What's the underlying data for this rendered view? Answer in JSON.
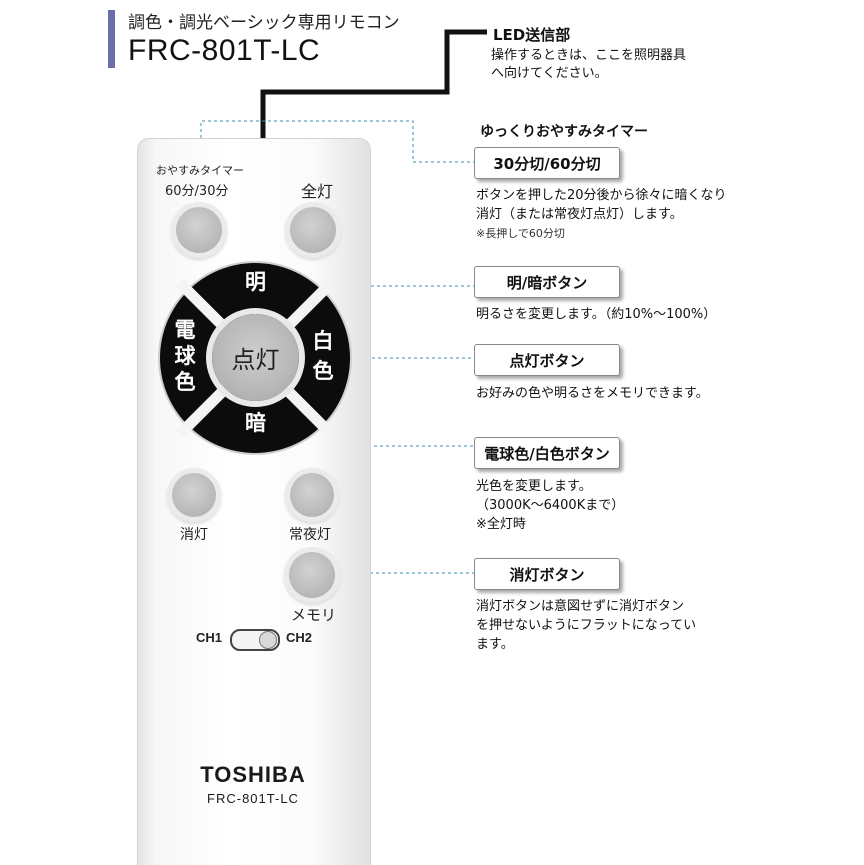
{
  "header": {
    "subtitle": "調色・調光ベーシック専用リモコン",
    "title": "FRC-801T-LC",
    "accent_color": "#6a6fa8"
  },
  "led": {
    "title": "LED送信部",
    "desc_line1": "操作するときは、ここを照明器具",
    "desc_line2": "へ向けてください。"
  },
  "timer": {
    "heading": "ゆっくりおやすみタイマー",
    "label": "30分切/60分切",
    "desc_line1": "ボタンを押した20分後から徐々に暗くなり",
    "desc_line2": "消灯（または常夜灯点灯）します。",
    "note": "※長押しで60分切"
  },
  "brightness": {
    "label": "明/暗ボタン",
    "desc": "明るさを変更します。（約10%～100%）"
  },
  "light_on": {
    "label": "点灯ボタン",
    "desc": "お好みの色や明るさをメモリできます。"
  },
  "color": {
    "label": "電球色/白色ボタン",
    "desc_line1": "光色を変更します。",
    "desc_line2": "（3000K～6400Kまで）",
    "desc_line3": "※全灯時"
  },
  "off": {
    "label": "消灯ボタン",
    "desc_line1": "消灯ボタンは意図せずに消灯ボタン",
    "desc_line2": "を押せないようにフラットになってい",
    "desc_line3": "ます。"
  },
  "remote": {
    "timer_label": "おやすみタイマー",
    "timer_sub": "60分/30分",
    "full_light": "全灯",
    "bright": "明",
    "dark": "暗",
    "bulb_color_1": "電",
    "bulb_color_2": "球",
    "bulb_color_3": "色",
    "white_1": "白",
    "white_2": "色",
    "center": "点灯",
    "off": "消灯",
    "night_light": "常夜灯",
    "memory": "メモリ",
    "ch1": "CH1",
    "ch2": "CH2",
    "brand": "TOSHIBA",
    "model": "FRC-801T-LC"
  }
}
